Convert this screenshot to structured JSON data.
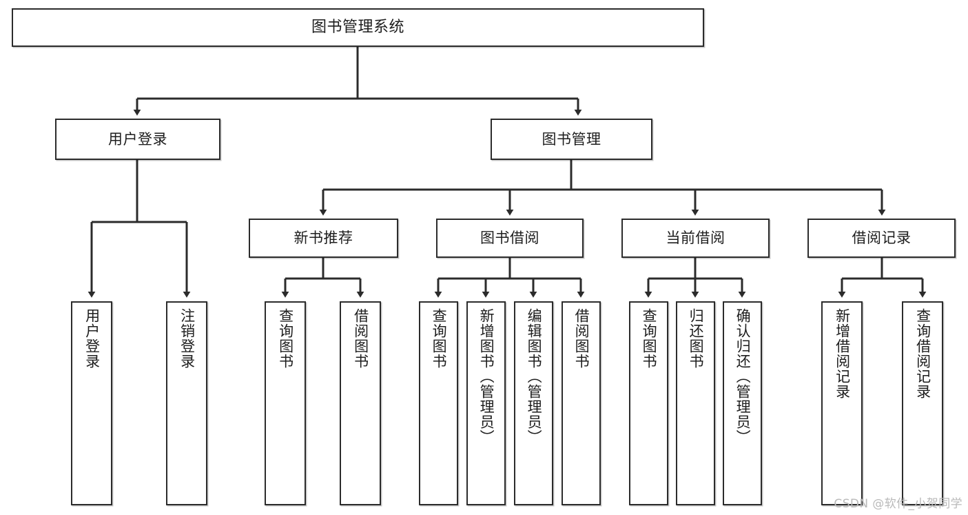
{
  "diagram": {
    "title": "图书管理系统",
    "root": {
      "label": "图书管理系统"
    },
    "level2": [
      {
        "label": "用户登录"
      },
      {
        "label": "图书管理"
      }
    ],
    "level3": [
      {
        "label": "新书推荐"
      },
      {
        "label": "图书借阅"
      },
      {
        "label": "当前借阅"
      },
      {
        "label": "借阅记录"
      }
    ],
    "leaves": {
      "user_login": [
        {
          "label": "用户登录"
        },
        {
          "label": "注销登录"
        }
      ],
      "new_book": [
        {
          "label": "查询图书"
        },
        {
          "label": "借阅图书"
        }
      ],
      "book_borrow": [
        {
          "label": "查询图书"
        },
        {
          "label": "新增图书（管理员）"
        },
        {
          "label": "编辑图书（管理员）"
        },
        {
          "label": "借阅图书"
        }
      ],
      "current_borrow": [
        {
          "label": "查询图书"
        },
        {
          "label": "归还图书"
        },
        {
          "label": "确认归还（管理员）"
        }
      ],
      "borrow_record": [
        {
          "label": "新增借阅记录"
        },
        {
          "label": "查询借阅记录"
        }
      ]
    }
  },
  "watermark": {
    "text": "CSDN @软件_小贺同学"
  },
  "colors": {
    "border": "#2b2b2b",
    "background": "#ffffff",
    "text": "#1d1d1d",
    "watermark": "#b9b9b9"
  }
}
